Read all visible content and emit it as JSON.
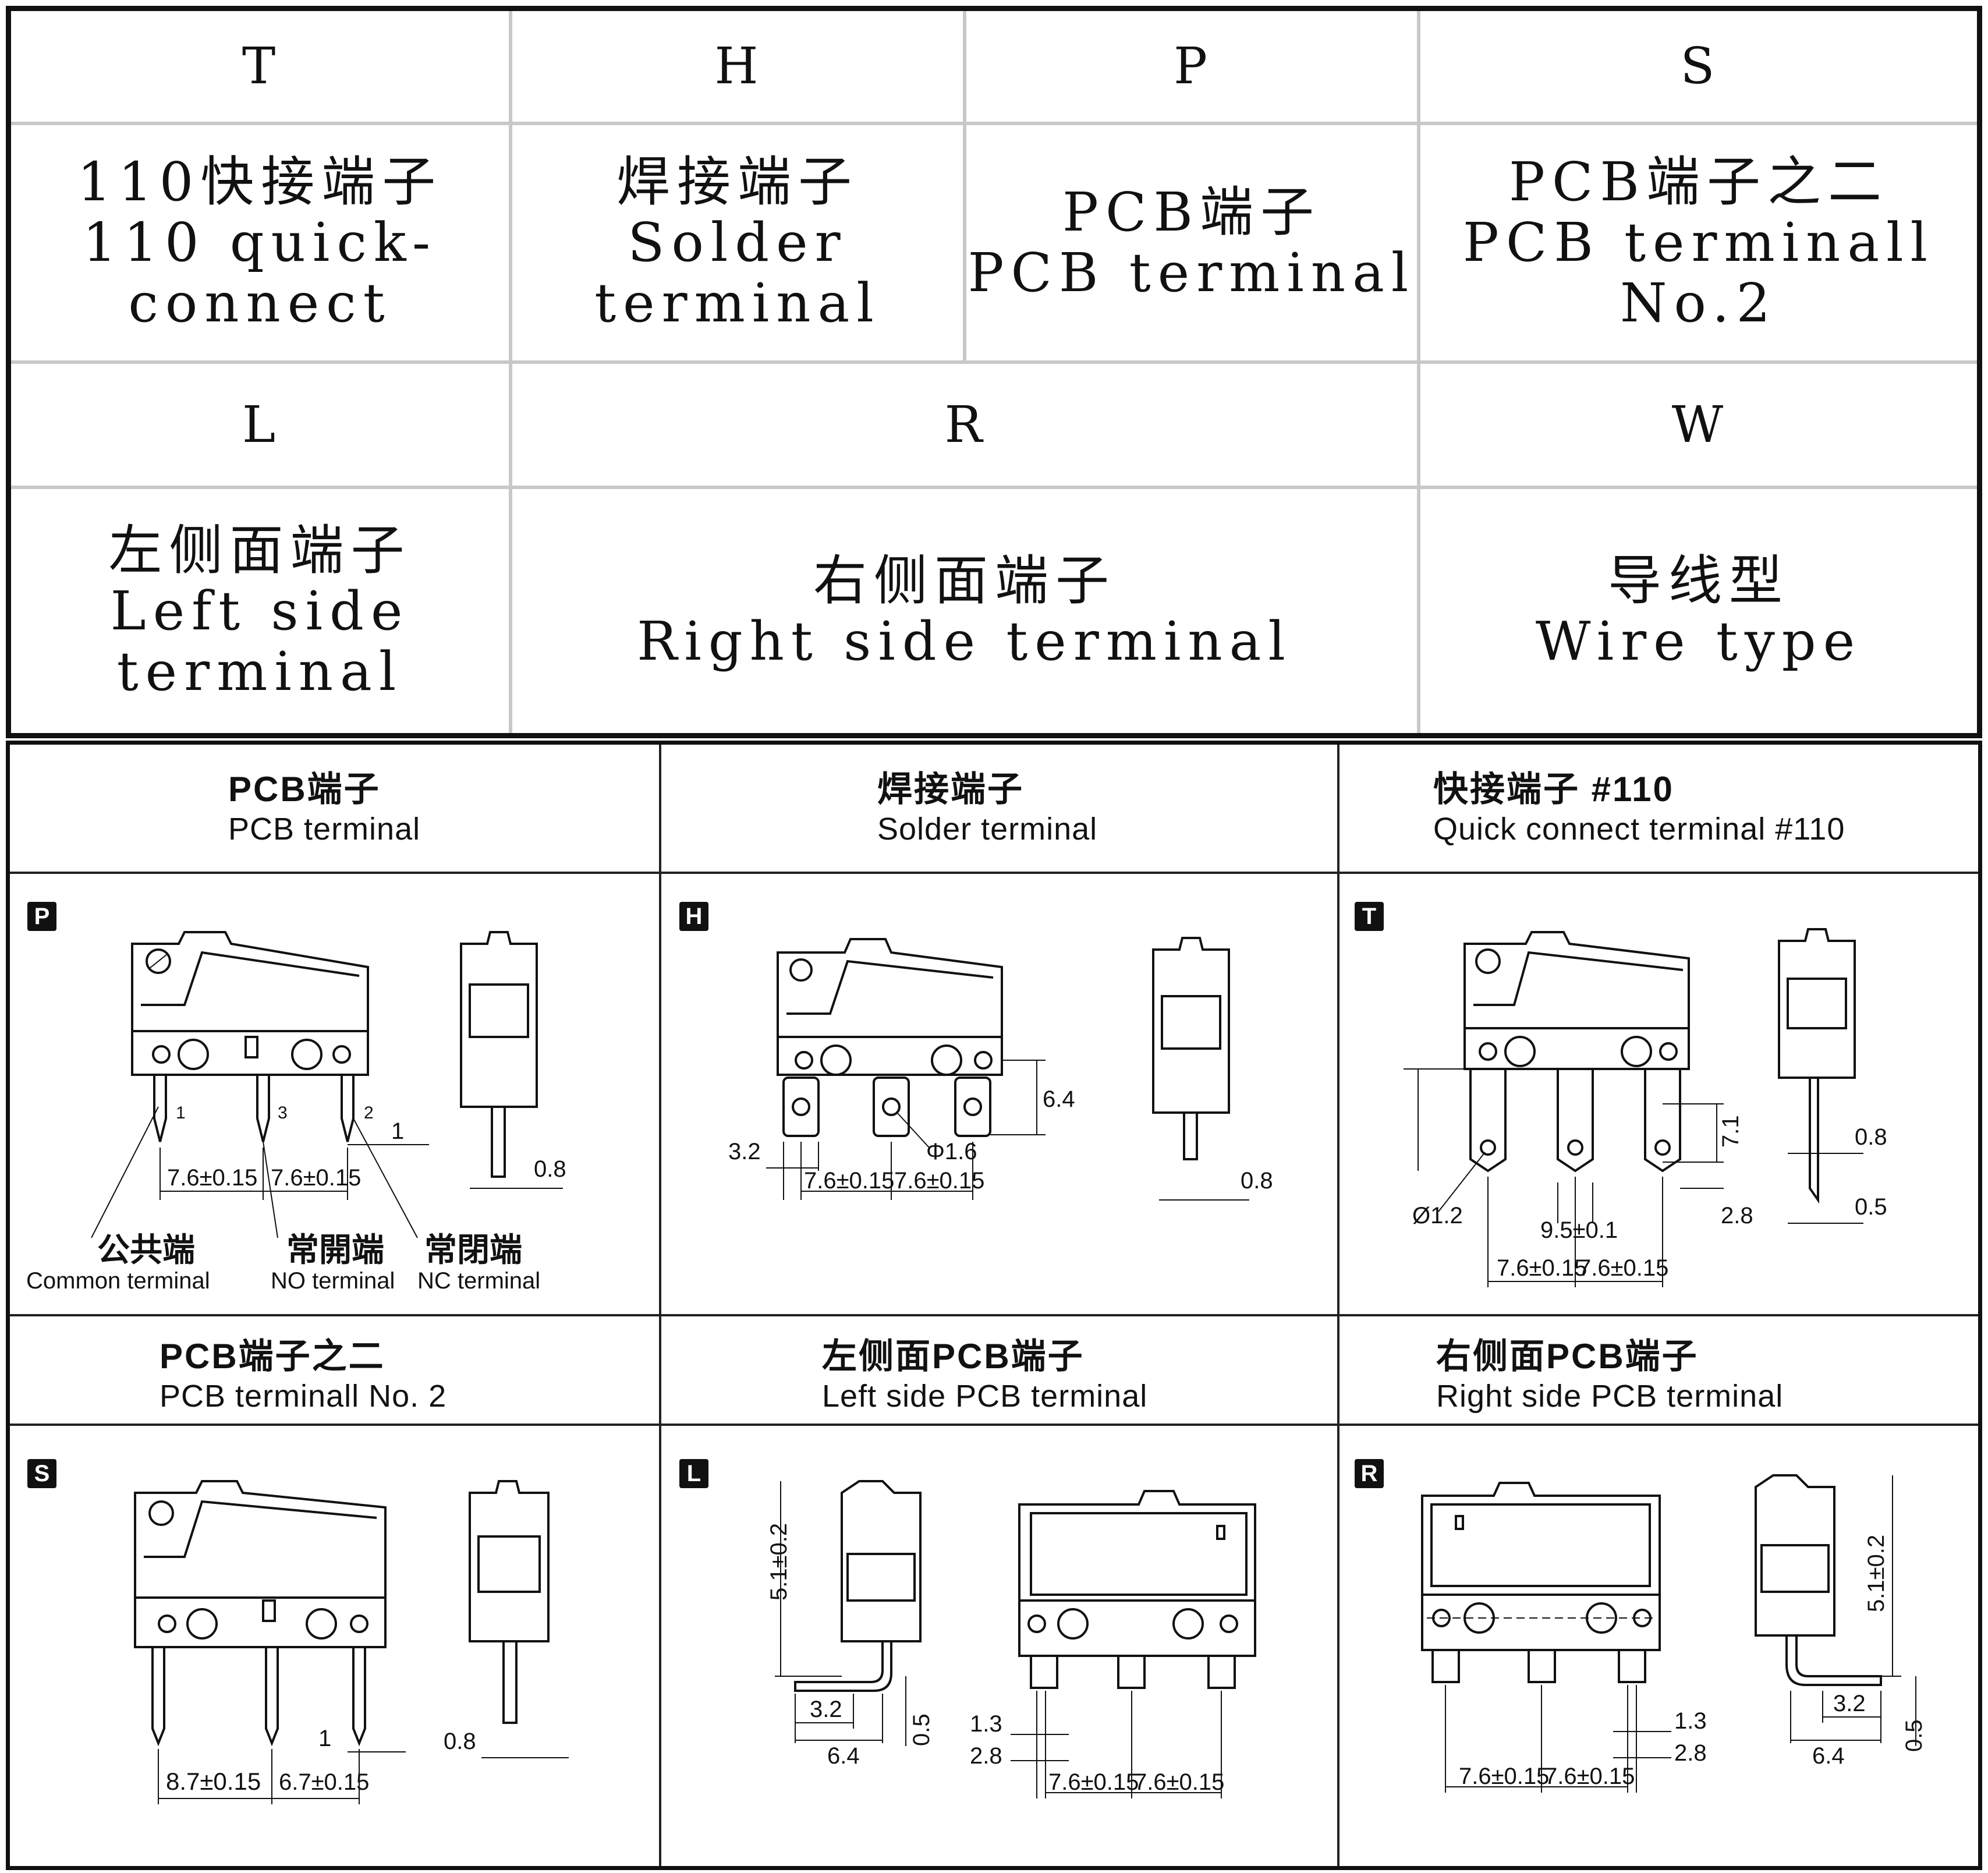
{
  "code_table": {
    "row1": [
      {
        "code": "T",
        "zh": "110快接端子",
        "en": "110 quick-\nconnect"
      },
      {
        "code": "H",
        "zh": "焊接端子",
        "en": "Solder\nterminal"
      },
      {
        "code": "P",
        "zh": "PCB端子",
        "en": "PCB terminal"
      },
      {
        "code": "S",
        "zh": "PCB端子之二",
        "en": "PCB terminall\nNo.2"
      }
    ],
    "row2": [
      {
        "code": "L",
        "zh": "左侧面端子",
        "en": "Left side\nterminal"
      },
      {
        "code": "R",
        "zh": "右侧面端子",
        "en": "Right side terminal"
      },
      {
        "code": "W",
        "zh": "导线型",
        "en": "Wire type"
      }
    ]
  },
  "panels": [
    {
      "badge": "P",
      "zh": "PCB端子",
      "en": "PCB terminal",
      "dims": {
        "pitch_a": "7.6±0.15",
        "pitch_b": "7.6±0.15",
        "offset": "1",
        "thick": "0.8"
      },
      "pins": {
        "p1": "1",
        "p3": "3",
        "p2": "2"
      },
      "legend": {
        "common_zh": "公共端",
        "common_en": "Common terminal",
        "no_zh": "常開端",
        "no_en": "NO terminal",
        "nc_zh": "常閉端",
        "nc_en": "NC terminal"
      }
    },
    {
      "badge": "H",
      "zh": "焊接端子",
      "en": "Solder terminal",
      "dims": {
        "width": "3.2",
        "hole": "Φ1.6",
        "height": "6.4",
        "pitch_a": "7.6±0.15",
        "pitch_b": "7.6±0.15",
        "thick": "0.8"
      }
    },
    {
      "badge": "T",
      "zh": "快接端子 #110",
      "en": "Quick connect terminal #110",
      "dims": {
        "hole": "Ø1.2",
        "span": "9.5±0.1",
        "height": "7.1",
        "width": "2.8",
        "pitch_a": "7.6±0.15",
        "pitch_b": "7.6±0.15",
        "thick": "0.8",
        "tab": "0.5"
      }
    },
    {
      "badge": "S",
      "zh": "PCB端子之二",
      "en": "PCB terminall No. 2",
      "dims": {
        "pitch_a": "8.7±0.15",
        "pitch_b": "6.7±0.15",
        "offset": "1",
        "thick": "0.8"
      }
    },
    {
      "badge": "L",
      "zh": "左侧面PCB端子",
      "en": "Left side PCB terminal",
      "dims": {
        "height": "5.1±0.2",
        "a": "3.2",
        "b": "6.4",
        "c": "0.5",
        "d": "1.3",
        "e": "2.8",
        "pitch_a": "7.6±0.15",
        "pitch_b": "7.6±0.15"
      }
    },
    {
      "badge": "R",
      "zh": "右侧面PCB端子",
      "en": "Right side PCB terminal",
      "dims": {
        "height": "5.1±0.2",
        "a": "3.2",
        "b": "6.4",
        "c": "0.5",
        "d": "1.3",
        "e": "2.8",
        "pitch_a": "7.6±0.15",
        "pitch_b": "7.6±0.15"
      }
    }
  ]
}
